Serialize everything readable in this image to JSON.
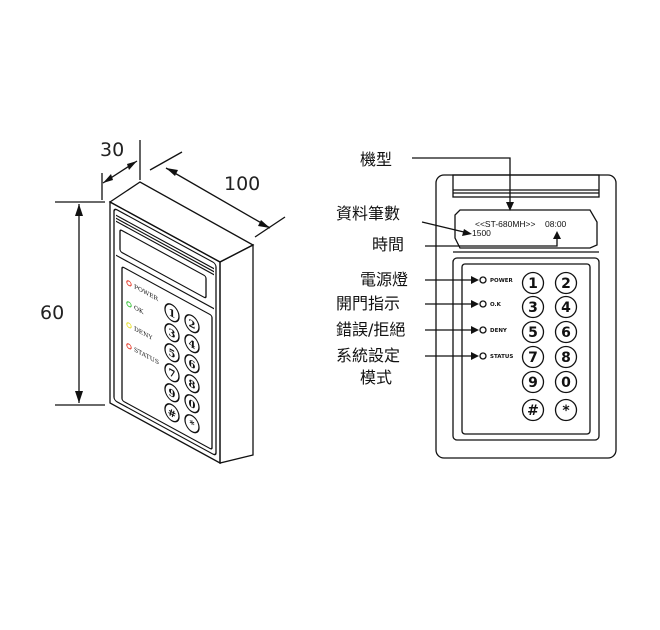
{
  "dimensions": {
    "depth": "30",
    "width": "100",
    "height": "60"
  },
  "callouts": {
    "model": "機型",
    "record_count": "資料筆數",
    "time": "時間",
    "power_led": "電源燈",
    "door_open": "開門指示",
    "error_deny": "錯誤/拒絕",
    "setup_mode_line1": "系統設定",
    "setup_mode_line2": "模式"
  },
  "display": {
    "line1_model": "<<ST-680MH>>",
    "line1_time": "08:00",
    "line2_count": "1500"
  },
  "leds_front": [
    "POWER",
    "O.K",
    "DENY",
    "STATUS"
  ],
  "leds_iso": [
    {
      "label": "POWER",
      "color": "#e53b2a"
    },
    {
      "label": "OK",
      "color": "#3cc33c"
    },
    {
      "label": "DENY",
      "color": "#e8e030"
    },
    {
      "label": "STATUS",
      "color": "#e53b2a"
    }
  ],
  "keys": [
    "1",
    "2",
    "3",
    "4",
    "5",
    "6",
    "7",
    "8",
    "9",
    "0",
    "#",
    "*"
  ]
}
